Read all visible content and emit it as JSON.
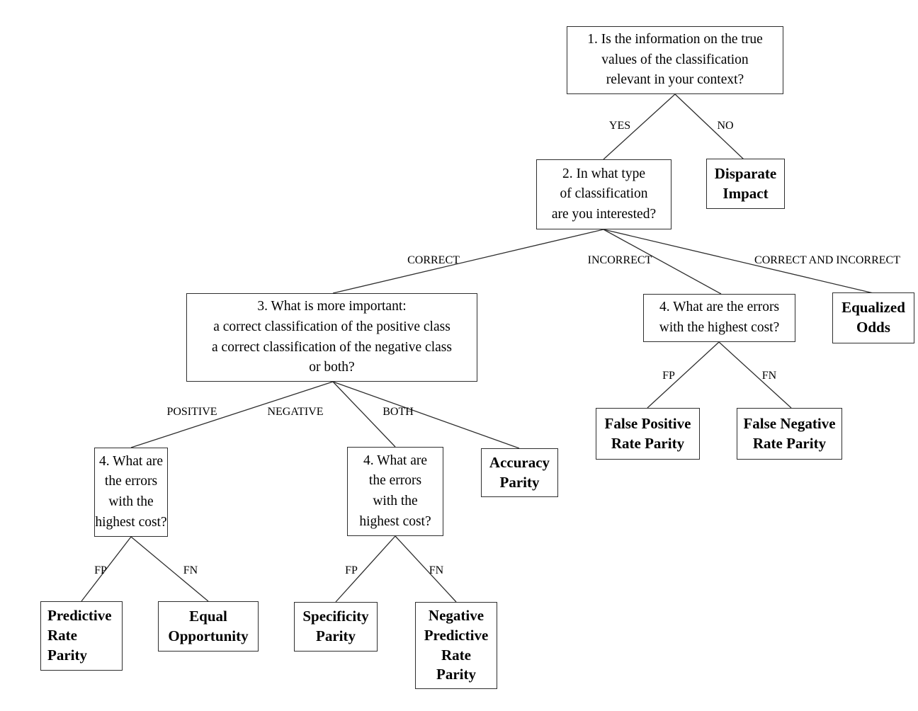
{
  "diagram": {
    "background": "#ffffff",
    "line_color": "#2e2e2e",
    "text_color": "#000000",
    "nodes": {
      "q1": "1. Is the information on the true\nvalues of the classification\nrelevant in your context?",
      "q2": "2. In what type\nof classification\nare you interested?",
      "disparate_impact": "Disparate\nImpact",
      "q3": "3. What is more important:\na correct classification of the positive class\na correct classification of the negative class\nor both?",
      "q4_errors_wide": "4. What are the errors\nwith the highest cost?",
      "equalized_odds": "Equalized\nOdds",
      "false_positive_rate_parity": "False Positive\nRate Parity",
      "false_negative_rate_parity": "False Negative\nRate Parity",
      "q4_errors_narrow": "4. What are\nthe errors\nwith the\nhighest cost?",
      "accuracy_parity": "Accuracy\nParity",
      "predictive_rate_parity": "Predictive\nRate\nParity",
      "equal_opportunity": "Equal\nOpportunity",
      "specificity_parity": "Specificity\nParity",
      "negative_predictive_rate_parity": "Negative\nPredictive\nRate\nParity"
    },
    "labels": {
      "yes": "YES",
      "no": "NO",
      "correct": "CORRECT",
      "incorrect": "INCORRECT",
      "correct_and_incorrect": "CORRECT AND INCORRECT",
      "positive": "POSITIVE",
      "negative": "NEGATIVE",
      "both": "BOTH",
      "fp": "FP",
      "fn": "FN"
    }
  }
}
